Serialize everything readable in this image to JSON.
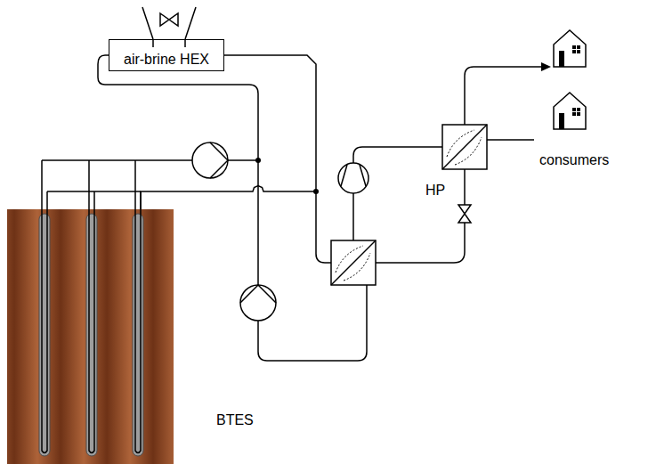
{
  "diagram": {
    "nodes": [
      {
        "text": [
          "air-brine HEX"
        ]
      },
      {
        "text": [
          "BTES"
        ]
      }
    ],
    "edges": [
      {
        "from": 0,
        "to": 1,
        "arrow": "none"
      }
    ],
    "labels": [
      "HP",
      "consumers"
    ]
  }
}
